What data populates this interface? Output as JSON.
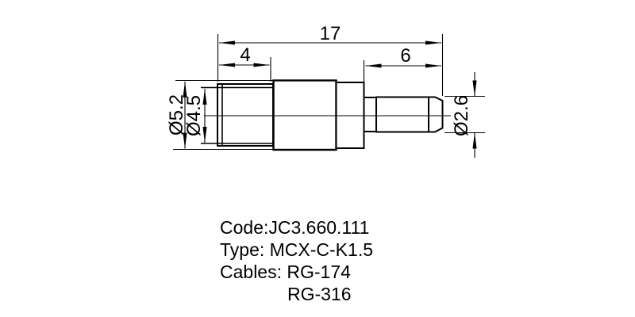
{
  "colors": {
    "line": "#000000",
    "background": "#ffffff"
  },
  "dimensions": {
    "total_length": "17",
    "front_length": "4",
    "crimp_length": "6",
    "outer_diameter": "Ø5.2",
    "front_diameter": "Ø4.5",
    "crimp_diameter": "Ø2.6"
  },
  "spec": {
    "code": "Code:JC3.660.111",
    "type": "Type: MCX-C-K1.5",
    "cables": "Cables: RG-174",
    "cables_alt": "RG-316"
  }
}
